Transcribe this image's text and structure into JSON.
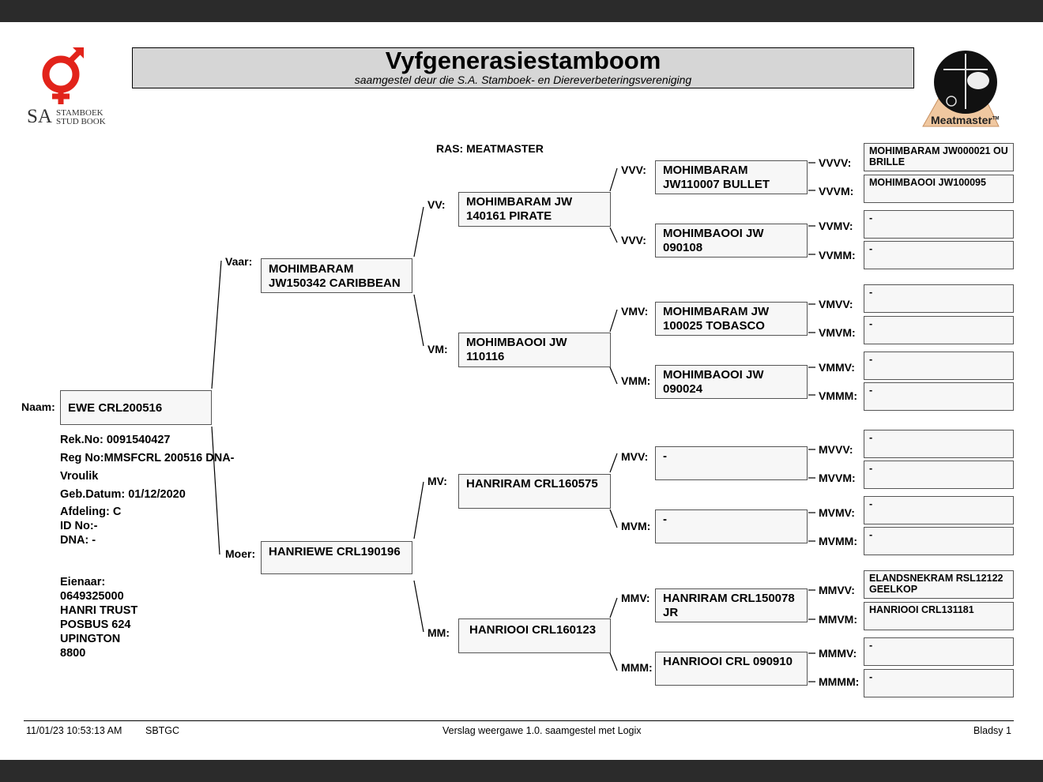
{
  "header": {
    "title": "Vyfgenerasiestamboom",
    "subtitle": "saamgestel deur die S.A. Stamboek- en Diereverbeteringsvereniging"
  },
  "logos": {
    "sa_letters": "SA",
    "sa_line1": "STAMBOEK",
    "sa_line2": "STUD BOOK",
    "mm_text": "Meatmaster",
    "mm_tm": "TM",
    "sa_symbol_color": "#e2231a",
    "mm_triangle_color": "#f0c8a0"
  },
  "ras": "RAS: MEATMASTER",
  "animal": {
    "name_label": "Naam:",
    "name": "EWE CRL200516",
    "rek_no": "Rek.No: 0091540427",
    "reg_no": "Reg No:MMSFCRL 200516 DNA-",
    "sex": "Vroulik",
    "geb_datum": "Geb.Datum: 01/12/2020",
    "afdeling": "Afdeling: C",
    "id_no": "ID No:-",
    "dna": "DNA: -",
    "eienaar_label": "Eienaar:",
    "eienaar_phone": "0649325000",
    "eienaar_name": "HANRI TRUST",
    "eienaar_box": "POSBUS 624",
    "eienaar_town": "UPINGTON",
    "eienaar_code": "8800"
  },
  "gen2": {
    "vaar": {
      "label": "Vaar:",
      "name": "MOHIMBARAM JW150342 CARIBBEAN"
    },
    "moer": {
      "label": "Moer:",
      "name": "HANRIEWE CRL190196"
    }
  },
  "gen3": {
    "vv": {
      "label": "VV:",
      "name": "MOHIMBARAM JW 140161 PIRATE"
    },
    "vm": {
      "label": "VM:",
      "name": "MOHIMBAOOI JW 110116"
    },
    "mv": {
      "label": "MV:",
      "name": "HANRIRAM CRL160575"
    },
    "mm": {
      "label": "MM:",
      "name": "HANRIOOI CRL160123"
    }
  },
  "gen4": {
    "vvv": {
      "label": "VVV:",
      "name": "MOHIMBARAM JW110007 BULLET"
    },
    "vvm": {
      "label": "VVV:",
      "name": "MOHIMBAOOI JW 090108"
    },
    "vmv": {
      "label": "VMV:",
      "name": "MOHIMBARAM JW 100025 TOBASCO"
    },
    "vmm": {
      "label": "VMM:",
      "name": "MOHIMBAOOI JW 090024"
    },
    "mvv": {
      "label": "MVV:",
      "name": "-"
    },
    "mvm": {
      "label": "MVM:",
      "name": "-"
    },
    "mmv": {
      "label": "MMV:",
      "name": "HANRIRAM CRL150078 JR"
    },
    "mmm": {
      "label": "MMM:",
      "name": "HANRIOOI CRL 090910"
    }
  },
  "gen5": {
    "vvvv": {
      "label": "VVVV:",
      "name": "MOHIMBARAM JW000021 OU BRILLE"
    },
    "vvvm": {
      "label": "VVVM:",
      "name": "MOHIMBAOOI JW100095"
    },
    "vvmv": {
      "label": "VVMV:",
      "name": "-"
    },
    "vvmm": {
      "label": "VVMM:",
      "name": "-"
    },
    "vmvv": {
      "label": "VMVV:",
      "name": "-"
    },
    "vmvm": {
      "label": "VMVM:",
      "name": "-"
    },
    "vmmv": {
      "label": "VMMV:",
      "name": "-"
    },
    "vmmm": {
      "label": "VMMM:",
      "name": "-"
    },
    "mvvv": {
      "label": "MVVV:",
      "name": "-"
    },
    "mvvm": {
      "label": "MVVM:",
      "name": "-"
    },
    "mvmv": {
      "label": "MVMV:",
      "name": "-"
    },
    "mvmm": {
      "label": "MVMM:",
      "name": "-"
    },
    "mmvv": {
      "label": "MMVV:",
      "name": "ELANDSNEKRAM RSL12122 GEELKOP"
    },
    "mmvm": {
      "label": "MMVM:",
      "name": "HANRIOOI CRL131181"
    },
    "mmmv": {
      "label": "MMMV:",
      "name": "-"
    },
    "mmmm": {
      "label": "MMMM:",
      "name": "-"
    }
  },
  "footer": {
    "timestamp": "11/01/23 10:53:13 AM",
    "code": "SBTGC",
    "report": "Verslag weergawe 1.0. saamgestel met Logix",
    "page": "Bladsy 1"
  }
}
